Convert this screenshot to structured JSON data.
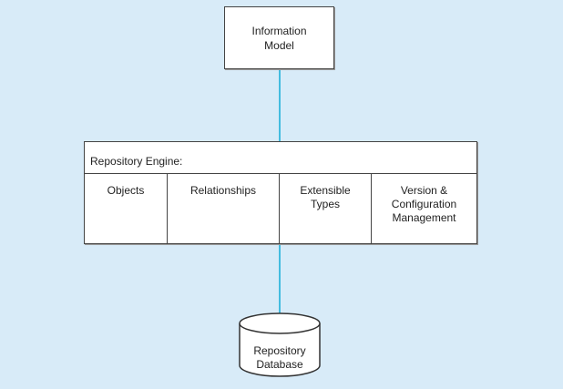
{
  "diagram": {
    "information_model": {
      "label": "Information\nModel"
    },
    "repository_engine": {
      "title": "Repository Engine:",
      "components": [
        {
          "label": "Objects"
        },
        {
          "label": "Relationships"
        },
        {
          "label": "Extensible\nTypes"
        },
        {
          "label": "Version &\nConfiguration\nManagement"
        }
      ]
    },
    "repository_database": {
      "label": "Repository\nDatabase"
    },
    "colors": {
      "background": "#d8ebf8",
      "connector": "#44bce0",
      "box_border": "#444444",
      "box_fill": "#ffffff"
    }
  }
}
